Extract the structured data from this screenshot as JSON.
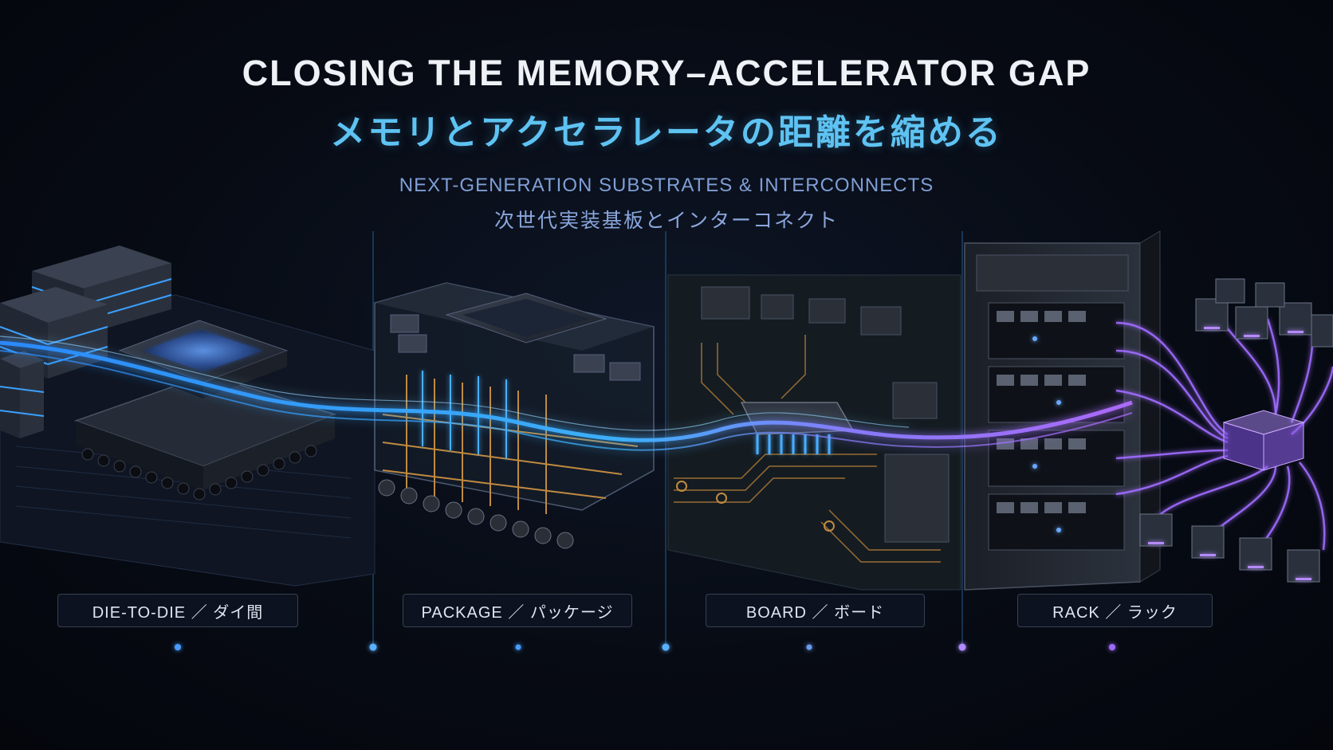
{
  "header": {
    "title_en": "CLOSING THE MEMORY–ACCELERATOR GAP",
    "title_jp": "メモリとアクセラレータの距離を縮める",
    "subtitle_en": "NEXT-GENERATION SUBSTRATES & INTERCONNECTS",
    "subtitle_jp": "次世代実装基板とインターコネクト"
  },
  "stages": [
    {
      "label": "DIE-TO-DIE ／ ダイ間",
      "icon": "chip-die-icon",
      "accent": "#3aa0ff"
    },
    {
      "label": "PACKAGE ／ パッケージ",
      "icon": "package-icon",
      "accent": "#3aa0ff"
    },
    {
      "label": "BOARD ／ ボード",
      "icon": "circuit-board-icon",
      "accent": "#4aa8ff"
    },
    {
      "label": "RACK ／ ラック",
      "icon": "server-rack-icon",
      "accent": "#a06bff"
    }
  ],
  "colors": {
    "background": "#070b14",
    "accent_blue": "#3aa0ff",
    "accent_cyan": "#5ec3f2",
    "accent_purple": "#a06bff"
  }
}
